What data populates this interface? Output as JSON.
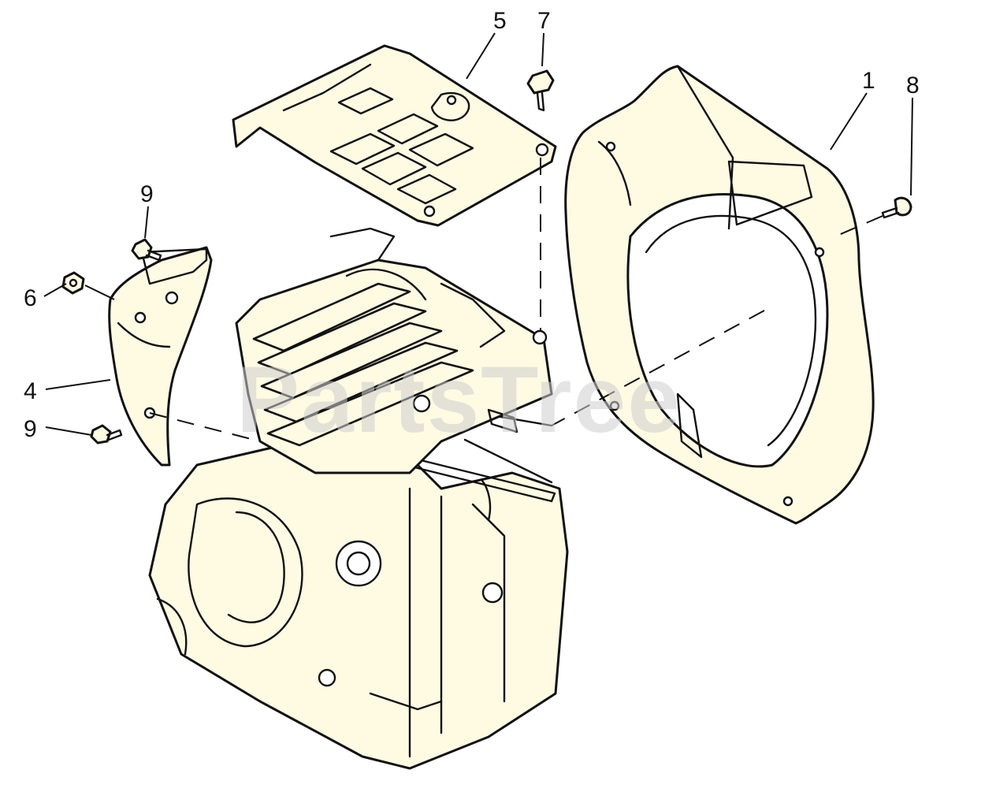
{
  "watermark": {
    "text": "PartsTree"
  },
  "callouts": [
    {
      "id": "1",
      "label": "1"
    },
    {
      "id": "4",
      "label": "4"
    },
    {
      "id": "5",
      "label": "5"
    },
    {
      "id": "6",
      "label": "6"
    },
    {
      "id": "7",
      "label": "7"
    },
    {
      "id": "8",
      "label": "8"
    },
    {
      "id": "9a",
      "label": "9"
    },
    {
      "id": "9b",
      "label": "9"
    }
  ],
  "colors": {
    "line": "#111111",
    "part_fill": "#fefbe2",
    "background": "#ffffff",
    "watermark": "#cfcfcf"
  }
}
